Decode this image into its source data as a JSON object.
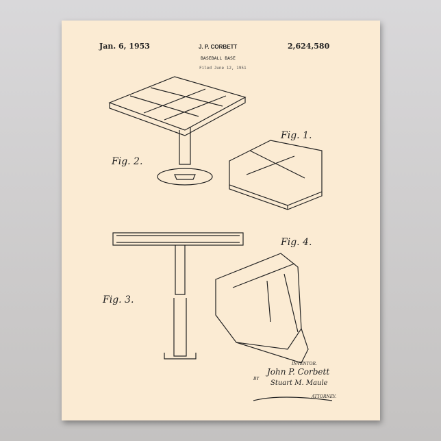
{
  "header": {
    "date": "Jan. 6, 1953",
    "inventor_name": "J. P. CORBETT",
    "patent_number": "2,624,580",
    "title": "BASEBALL BASE",
    "filed": "Filed June 12, 1951"
  },
  "figures": [
    "Fig. 1.",
    "Fig. 2.",
    "Fig. 3.",
    "Fig. 4."
  ],
  "signature": {
    "inventor_label": "INVENTOR.",
    "inventor": "John P. Corbett",
    "by": "BY",
    "attorney_sig": "Stuart M. Maule",
    "attorney_label": "ATTORNEY."
  },
  "colors": {
    "paper": "#fbebd3",
    "ink": "#222222",
    "background": "#cfcecf"
  }
}
